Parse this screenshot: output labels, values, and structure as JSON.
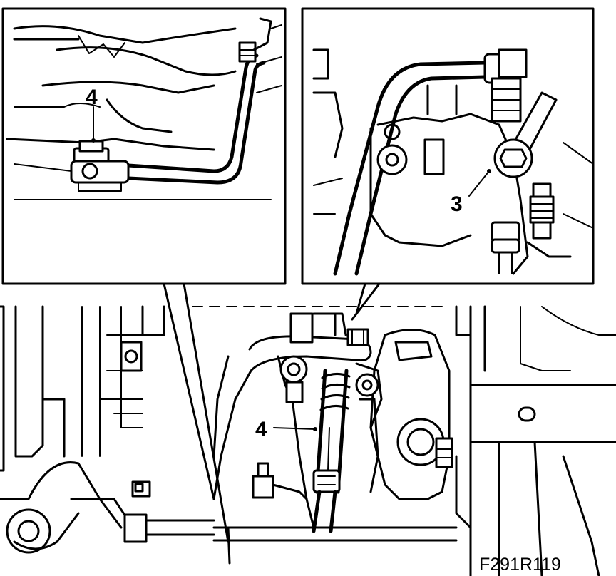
{
  "figure": {
    "callouts": {
      "inset_left": "4",
      "inset_right": "3",
      "main": "4"
    },
    "reference_code": "F291R119",
    "colors": {
      "ink": "#000000",
      "paper": "#ffffff"
    }
  }
}
